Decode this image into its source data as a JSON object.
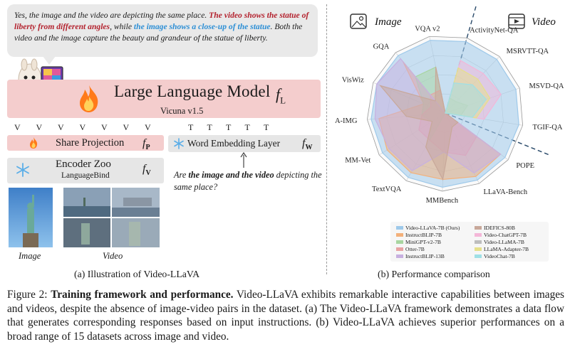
{
  "bubble": {
    "part1": "Yes, the image and the video are depicting the same place. ",
    "part2": "The video shows the statue of liberty from different angles",
    "part3": ", while ",
    "part4": "the image shows a close-up of the statue",
    "part5": ". Both the video and the image capture the beauty and grandeur of the statue of liberty."
  },
  "llm": {
    "title": "Large Language Model",
    "subtitle": "Vicuna v1.5",
    "f_symbol": "f",
    "f_sub": "L"
  },
  "tokens": {
    "v": [
      "V",
      "V",
      "V",
      "V",
      "V",
      "V",
      "V"
    ],
    "t": [
      "T",
      "T",
      "T",
      "T",
      "T"
    ]
  },
  "share": {
    "label": "Share Projection",
    "f_symbol": "f",
    "f_sub": "P"
  },
  "word": {
    "label": "Word Embedding Layer",
    "f_symbol": "f",
    "f_sub": "W"
  },
  "encoder": {
    "label": "Encoder Zoo",
    "sublabel": "LanguageBind",
    "f_symbol": "f",
    "f_sub": "V"
  },
  "question": {
    "pre": "Are ",
    "b1": "the image and the video",
    "post": " depicting the same place?"
  },
  "captions": {
    "image": "Image",
    "video": "Video"
  },
  "subcaptions": {
    "a": "(a) Illustration of Video-LLaVA",
    "b": "(b) Performance comparison"
  },
  "radar": {
    "image_label": "Image",
    "video_label": "Video",
    "icons": [
      "image-icon",
      "video-icon"
    ],
    "axes": [
      "ActivityNet-QA",
      "MSRVTT-QA",
      "MSVD-QA",
      "TGIF-QA",
      "POPE",
      "LLaVA-Bench",
      "MMBench",
      "TextVQA",
      "MM-Vet",
      "SQA-IMG",
      "VisWiz",
      "GQA",
      "VQA v2"
    ]
  },
  "chart_data": {
    "type": "radar",
    "title": "",
    "axes": [
      "ActivityNet-QA",
      "MSRVTT-QA",
      "MSVD-QA",
      "TGIF-QA",
      "POPE",
      "LLaVA-Bench",
      "MMBench",
      "TextVQA",
      "MM-Vet",
      "SQA-IMG",
      "VisWiz",
      "GQA",
      "VQA v2"
    ],
    "value_range": [
      0,
      1
    ],
    "grid": true,
    "series": [
      {
        "name": "Video-LLaVA-7B (Ours)",
        "color": "#9ec9ea",
        "values": [
          0.95,
          0.95,
          0.95,
          0.95,
          0.95,
          0.95,
          0.95,
          0.95,
          0.95,
          0.95,
          0.95,
          0.95,
          0.95
        ]
      },
      {
        "name": "InstructBLIP-7B",
        "color": "#f3b07a",
        "values": [
          0,
          0,
          0,
          0,
          0.88,
          0.9,
          0.85,
          0.88,
          0.88,
          0.85,
          0.3,
          0.85,
          0
        ]
      },
      {
        "name": "MiniGPT-v2-7B",
        "color": "#a8d5a0",
        "values": [
          0,
          0,
          0,
          0,
          0,
          0,
          0,
          0.4,
          0.2,
          0.3,
          0.3,
          0.6,
          0.6
        ]
      },
      {
        "name": "Otter-7B",
        "color": "#e8a3a3",
        "values": [
          0,
          0,
          0,
          0,
          0.5,
          0.6,
          0.5,
          0.4,
          0.4,
          0.3,
          0.2,
          0.3,
          0.3
        ]
      },
      {
        "name": "InstructBLIP-13B",
        "color": "#c7b0e0",
        "values": [
          0,
          0,
          0,
          0,
          0.88,
          0.85,
          0.5,
          0.85,
          0.85,
          0.9,
          0.95,
          0.9,
          0
        ]
      },
      {
        "name": "IDEFICS-80B",
        "color": "#c8a89a",
        "values": [
          0,
          0,
          0,
          0,
          0.2,
          0.2,
          0.85,
          0.5,
          0.2,
          0.5,
          0.9,
          0.2,
          0.6
        ]
      },
      {
        "name": "Video-ChatGPT-7B",
        "color": "#f4b6d8",
        "values": [
          0.7,
          0.7,
          0.75,
          0.5,
          0,
          0,
          0,
          0,
          0,
          0,
          0,
          0,
          0
        ]
      },
      {
        "name": "Video-LLaMA-7B",
        "color": "#bdbdbd",
        "values": [
          0.2,
          0.2,
          0.3,
          0.2,
          0,
          0,
          0,
          0,
          0,
          0,
          0,
          0,
          0
        ]
      },
      {
        "name": "LLaMA-Adapter-7B",
        "color": "#e6e08a",
        "values": [
          0.6,
          0.6,
          0.6,
          0.4,
          0,
          0,
          0,
          0,
          0,
          0,
          0,
          0,
          0
        ]
      },
      {
        "name": "VideoChat-7B",
        "color": "#9fe0e6",
        "values": [
          0.4,
          0.5,
          0.55,
          0.35,
          0,
          0,
          0,
          0,
          0,
          0,
          0,
          0,
          0
        ]
      }
    ]
  },
  "figcaption": {
    "label": "Figure 2: ",
    "bold": "Training framework and performance.",
    "text": " Video-LLaVA exhibits remarkable interactive capabilities between images and videos, despite the absence of image-video pairs in the dataset. (a) The Video-LLaVA framework demonstrates a data flow that generates corresponding responses based on input instructions. (b) Video-LLaVA achieves superior performances on a broad range of 15 datasets across image and video."
  }
}
